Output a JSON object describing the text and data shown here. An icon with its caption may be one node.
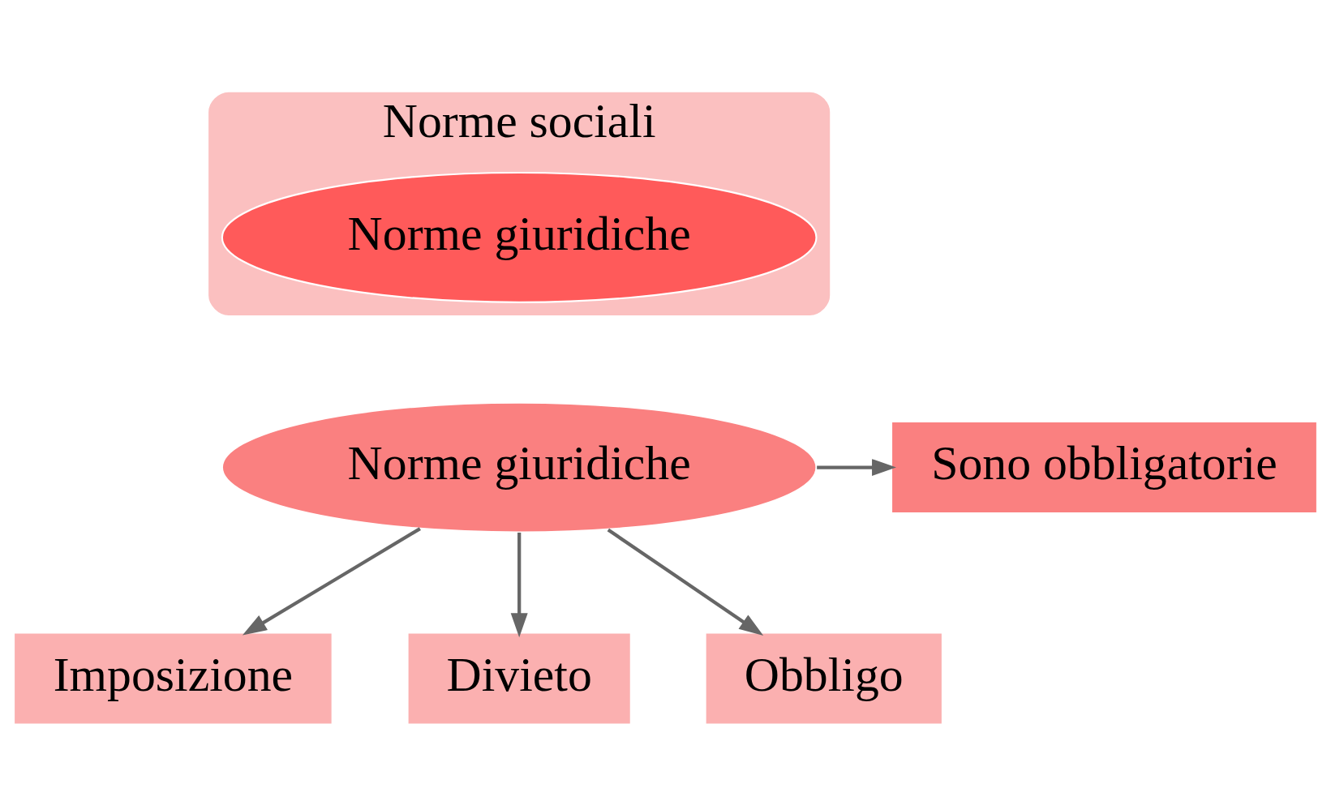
{
  "diagram": {
    "nodes": [
      {
        "text": [
          "Norme sociali"
        ]
      },
      {
        "text": [
          "Norme giuridiche"
        ],
        "in": 0
      },
      {
        "text": [
          "Norme giuridiche"
        ]
      },
      {
        "text": [
          "Sono obbligatorie"
        ]
      },
      {
        "text": [
          "Imposizione"
        ]
      },
      {
        "text": [
          "Divieto"
        ]
      },
      {
        "text": [
          "Obbligo"
        ]
      }
    ],
    "edges": [
      {
        "from": 2,
        "to": 3,
        "arrow": "to"
      },
      {
        "from": 2,
        "to": 4,
        "arrow": "to"
      },
      {
        "from": 2,
        "to": 5,
        "arrow": "to"
      },
      {
        "from": 2,
        "to": 6,
        "arrow": "to"
      }
    ]
  }
}
